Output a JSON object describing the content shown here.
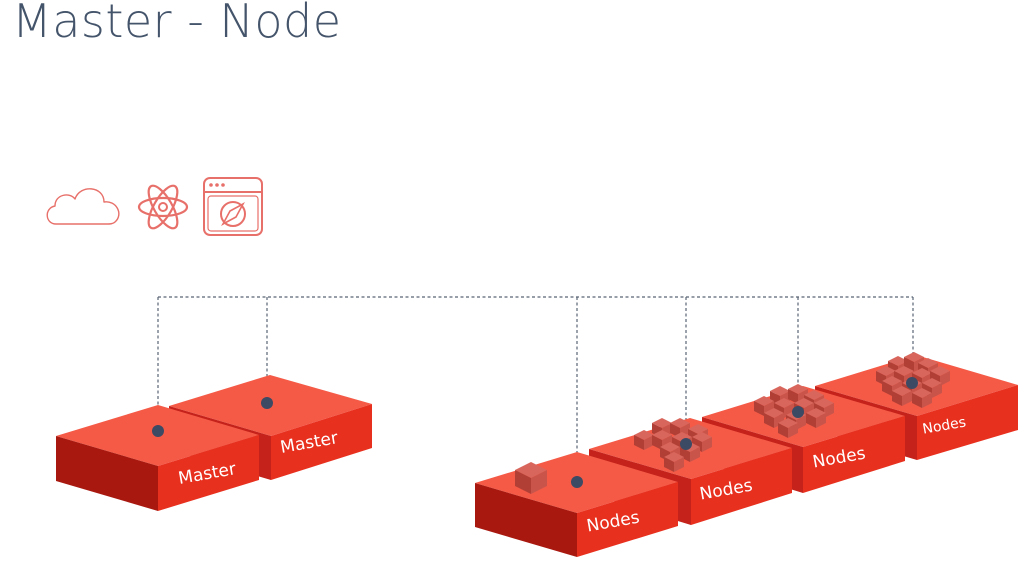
{
  "slide": {
    "title": "Master - Node"
  },
  "icons": [
    "cloud-icon",
    "atom-icon",
    "browser-compass-icon"
  ],
  "colors": {
    "title": "#44546a",
    "icon_stroke": "#e8706a",
    "block_top": "#f55a47",
    "block_front": "#e8301f",
    "block_side": "#a8180f",
    "container": "#c0463c",
    "connector": "#5b6575"
  },
  "masters": [
    {
      "label": "Master"
    },
    {
      "label": "Master"
    }
  ],
  "nodes": [
    {
      "label": "Nodes"
    },
    {
      "label": "Nodes"
    },
    {
      "label": "Nodes"
    },
    {
      "label": "Nodes"
    }
  ]
}
